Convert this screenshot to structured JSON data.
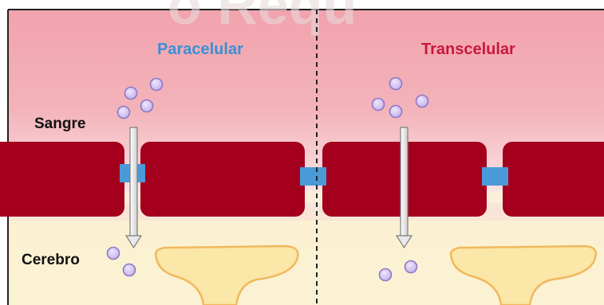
{
  "diagram": {
    "watermark": "o Requ",
    "titles": {
      "left": "Paracelular",
      "right": "Transcelular"
    },
    "side_labels": {
      "top": "Sangre",
      "bottom": "Cerebro"
    },
    "colors": {
      "title_left": "#3b8fd6",
      "title_right": "#c8193c",
      "blood_top": "#f1a3ad",
      "blood_bottom": "#fbe3e3",
      "brain_bg": "#fbf1d2",
      "cell": "#a4001d",
      "junction": "#4a9ad7",
      "molecule_fill": "#d3c4ef",
      "molecule_stroke": "#8c78c8",
      "astrocyte_fill": "#fbe7a8",
      "astrocyte_stroke": "#f1b85c",
      "arrow_fill": "#e9e9e9",
      "arrow_stroke": "#7d7d7d"
    }
  }
}
